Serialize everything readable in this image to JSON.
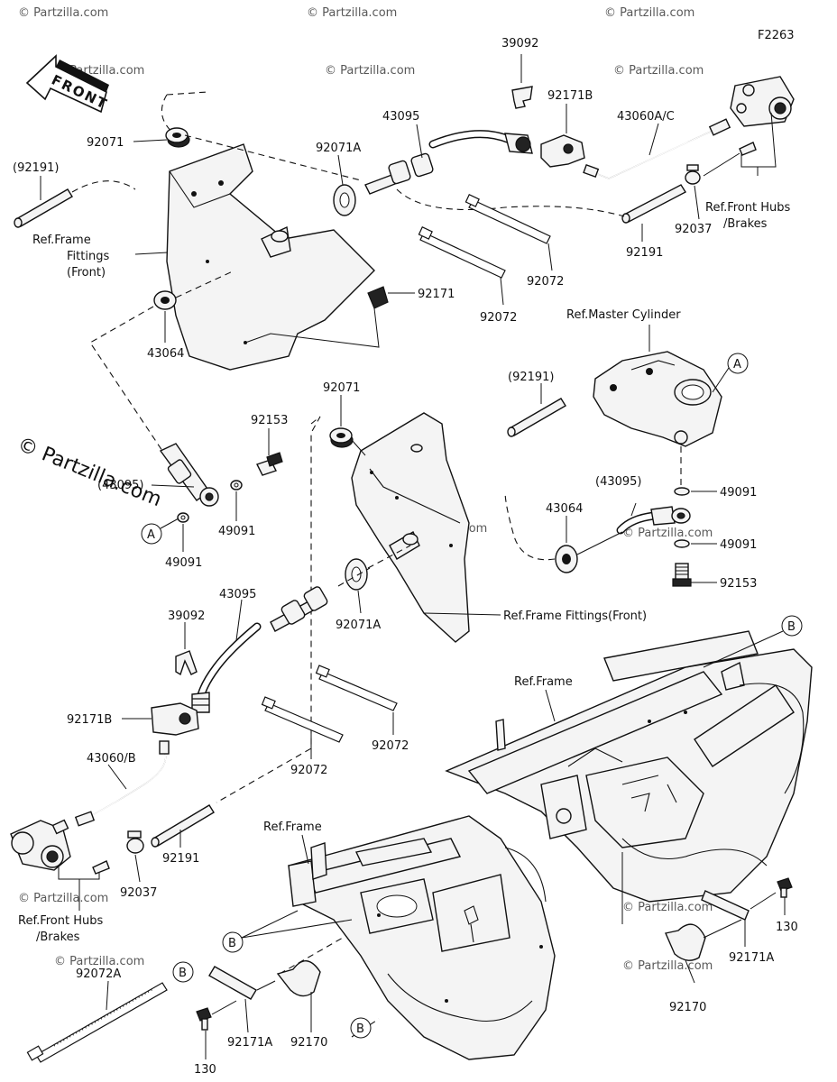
{
  "diagram": {
    "code": "F2263",
    "front_label": "FRONT",
    "watermark_text": "© Partzilla.com",
    "callouts": {
      "c39092_top": "39092",
      "c92171B_top": "92171B",
      "c43095_top": "43095",
      "c43060AC": "43060A/C",
      "c92071_top": "92071",
      "c92071A_top": "92071A",
      "c92191_paren_left": "(92191)",
      "c92171_top": "92171",
      "c92072_a": "92072",
      "c92072_b": "92072",
      "c92191_top_right": "92191",
      "c92037_top": "92037",
      "c43064_top": "43064",
      "c92071_mid": "92071",
      "c92153_left": "92153",
      "c43095_left": "(43095)",
      "c49091_l1": "49091",
      "c49091_l2": "49091",
      "c92191_paren_mid": "(92191)",
      "c43095_paren_right": "(43095)",
      "c43064_right": "43064",
      "c49091_r1": "49091",
      "c49091_r2": "49091",
      "c92153_right": "92153",
      "c43095_mid": "43095",
      "c39092_mid": "39092",
      "c92071A_mid": "92071A",
      "c92171B_mid": "92171B",
      "c43060B": "43060/B",
      "c92072_c": "92072",
      "c92072_d": "92072",
      "c92191_bottom": "92191",
      "c92037_bottom": "92037",
      "c92072A": "92072A",
      "c92171A_left": "92171A",
      "c92170_left": "92170",
      "c130_left": "130",
      "c92171A_right": "92171A",
      "c92170_right": "92170",
      "c130_right": "130"
    },
    "refs": {
      "frame_fittings_front_1": "Ref.Frame",
      "frame_fittings_front_2": "Fittings",
      "frame_fittings_front_3": "(Front)",
      "front_hubs_top_1": "Ref.Front Hubs",
      "front_hubs_top_2": "/Brakes",
      "master_cylinder": "Ref.Master Cylinder",
      "frame_fittings_front_mid": "Ref.Frame Fittings(Front)",
      "frame_right": "Ref.Frame",
      "frame_left": "Ref.Frame",
      "front_hubs_bottom_1": "Ref.Front Hubs",
      "front_hubs_bottom_2": "/Brakes"
    },
    "markers": {
      "A_left": "A",
      "A_right": "A",
      "B_top_right": "B",
      "B_left_1": "B",
      "B_left_2": "B",
      "B_bottom": "B"
    }
  }
}
